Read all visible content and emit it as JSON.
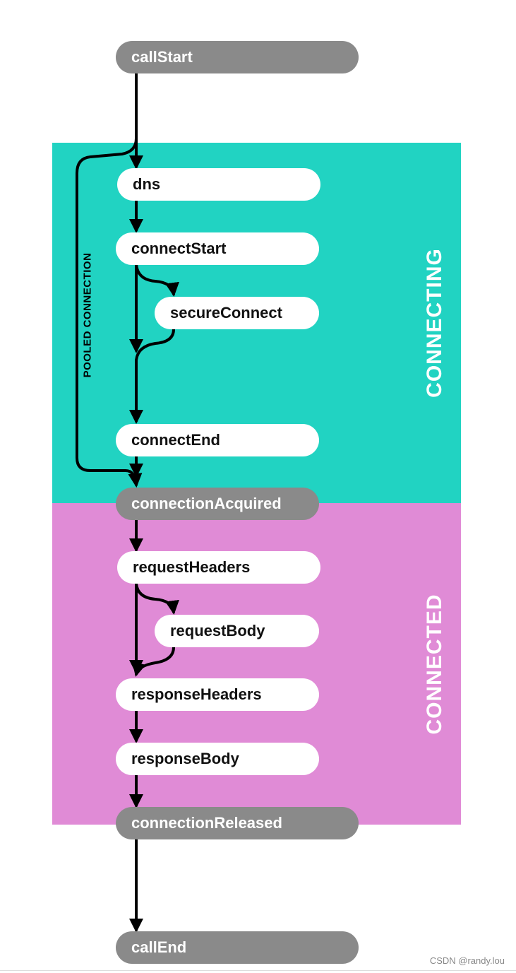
{
  "regions": {
    "connecting": {
      "label": "CONNECTING",
      "color": "#21d3c2"
    },
    "connected": {
      "label": "CONNECTED",
      "color": "#e08bd6"
    }
  },
  "side_label": "POOLED CONNECTION",
  "nodes": {
    "callStart": "callStart",
    "dns": "dns",
    "connectStart": "connectStart",
    "secureConnect": "secureConnect",
    "connectEnd": "connectEnd",
    "connectionAcquired": "connectionAcquired",
    "requestHeaders": "requestHeaders",
    "requestBody": "requestBody",
    "responseHeaders": "responseHeaders",
    "responseBody": "responseBody",
    "connectionReleased": "connectionReleased",
    "callEnd": "callEnd"
  },
  "colors": {
    "node_fill": "#ffffff",
    "milestone_fill": "#8a8a8a",
    "arrow": "#000000"
  },
  "watermark": "CSDN @randy.lou"
}
